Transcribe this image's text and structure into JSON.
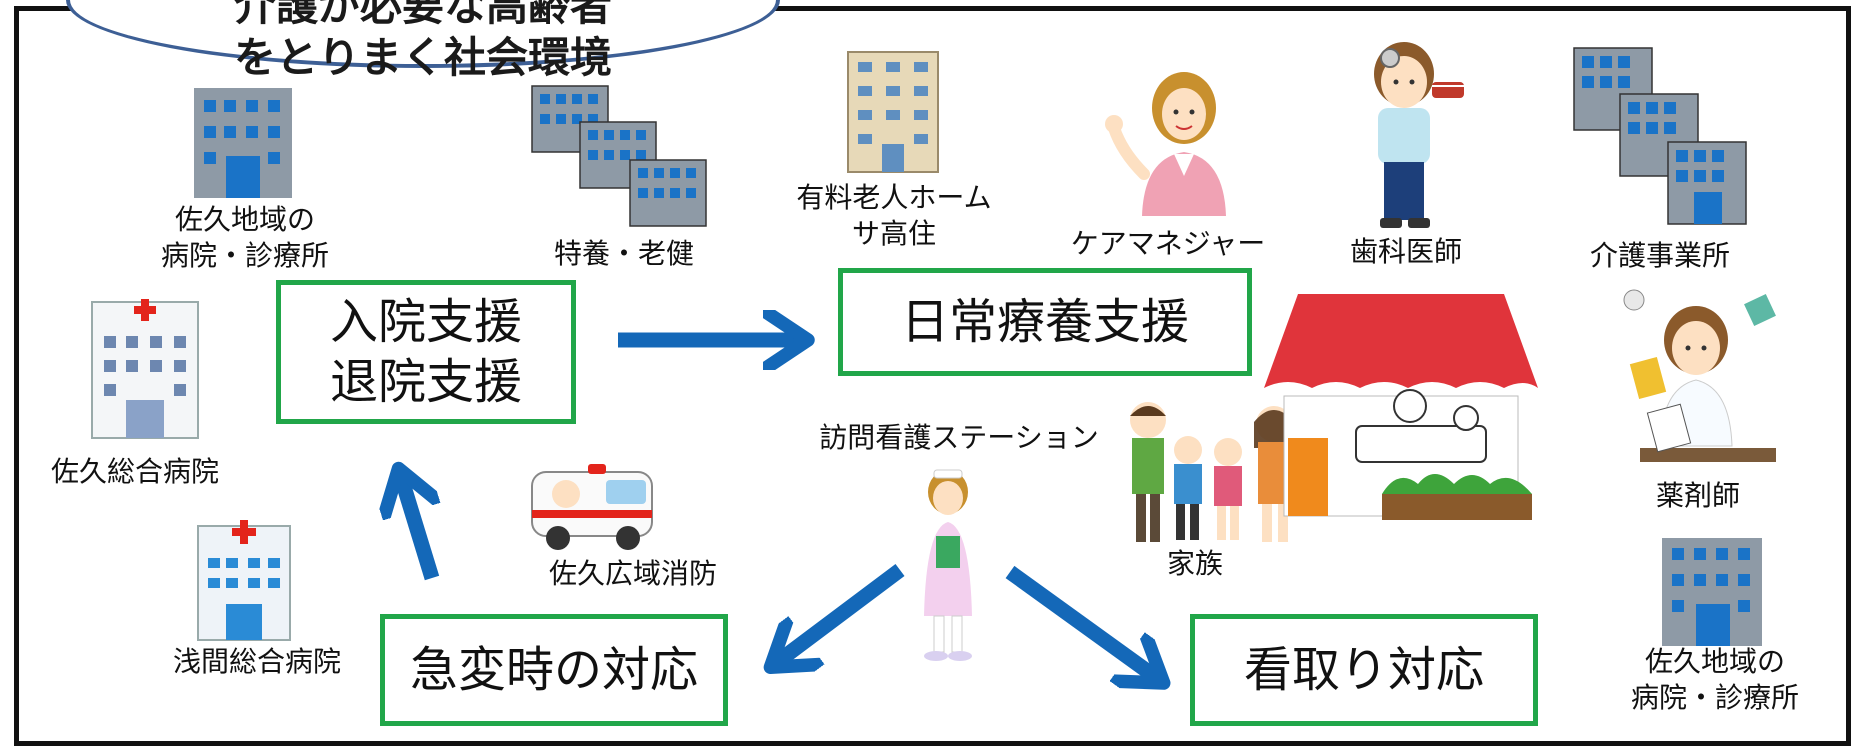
{
  "title": {
    "line1": "介護が必要な高齢者",
    "line2": "をとりまく社会環境"
  },
  "boxes": {
    "admission": {
      "line1": "入院支援",
      "line2": "退院支援"
    },
    "daily": "日常療養支援",
    "emergency": "急変時の対応",
    "end_of_life": "看取り対応"
  },
  "labels": {
    "saku_clinics_top": {
      "line1": "佐久地域の",
      "line2": "病院・診療所"
    },
    "tokuyo": "特養・老健",
    "yuryo": {
      "line1": "有料老人ホーム",
      "line2": "サ高住"
    },
    "care_manager": "ケアマネジャー",
    "dentist": "歯科医師",
    "kaigo": "介護事業所",
    "saku_sogo": "佐久総合病院",
    "houmon": "訪問看護ステーション",
    "kazoku": "家族",
    "yakuzaishi": "薬剤師",
    "shobo": "佐久広域消防",
    "asama": "浅間総合病院",
    "saku_clinics_bottom": {
      "line1": "佐久地域の",
      "line2": "病院・診療所"
    }
  },
  "colors": {
    "box_border": "#21a649",
    "arrow": "#1468b8",
    "ellipse_border": "#3d5f95",
    "building": "#8e9aa6",
    "window": "#1a73c7",
    "roof": "#e0343b",
    "cross": "#e3241b"
  }
}
